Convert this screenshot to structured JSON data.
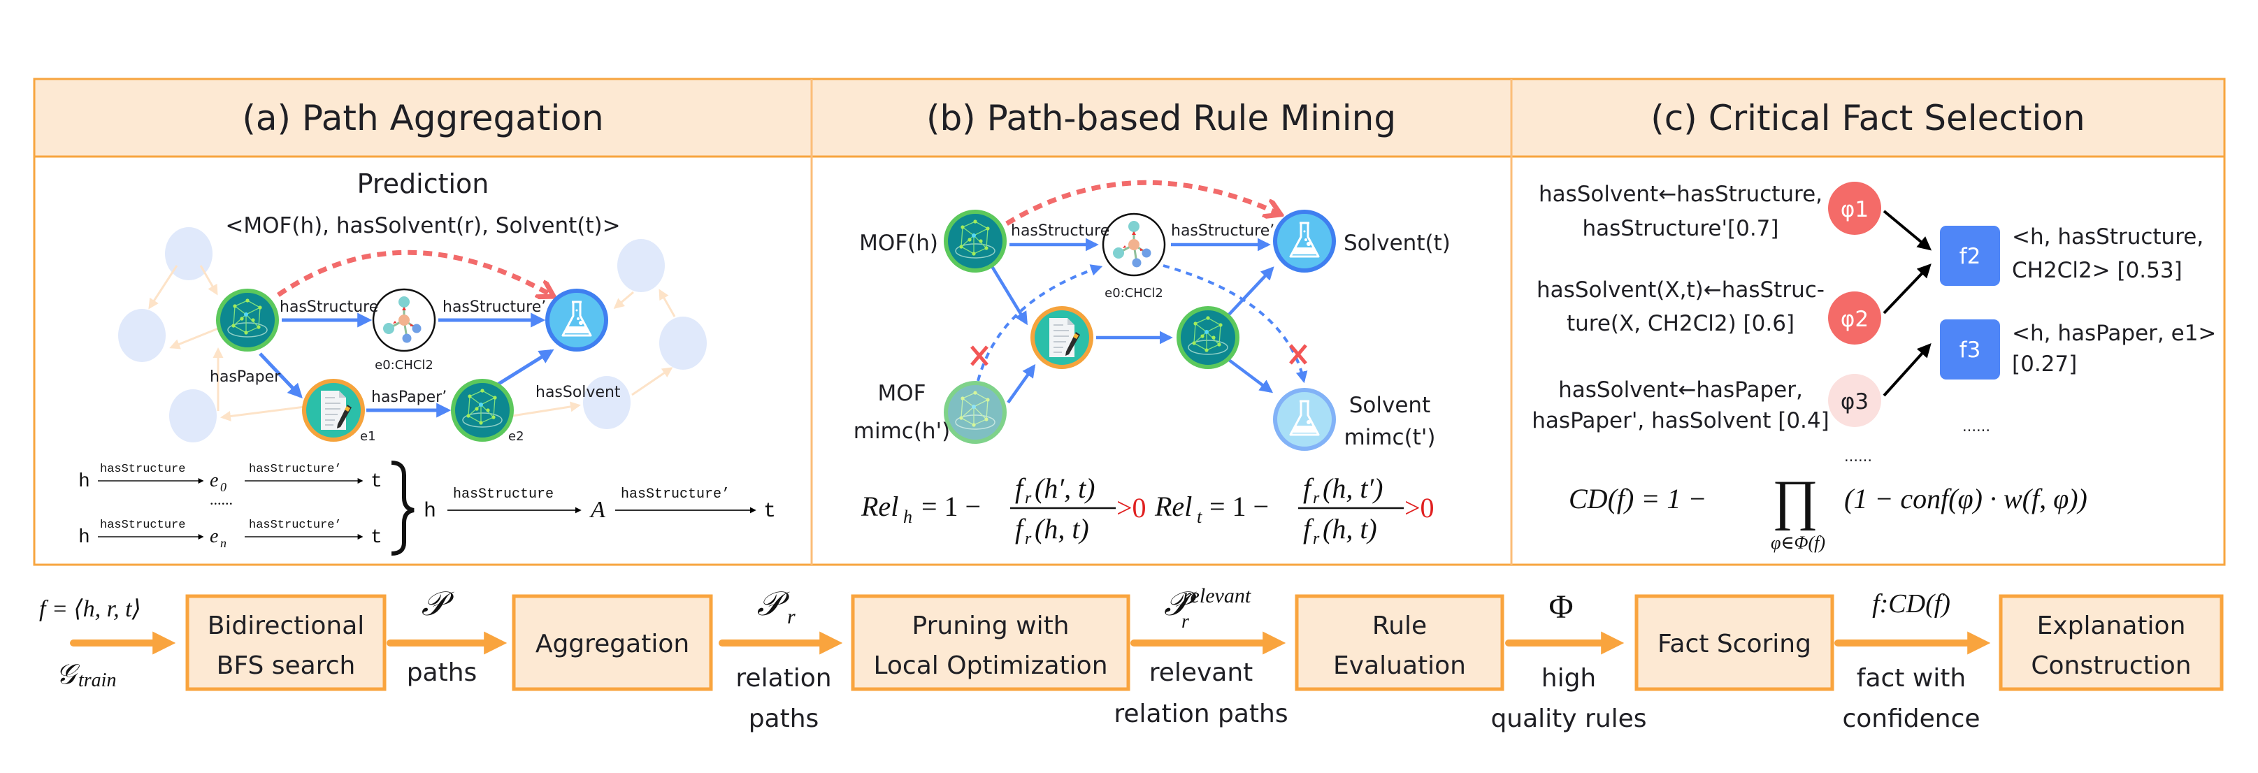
{
  "panels": {
    "a": {
      "title": "(a) Path Aggregation",
      "prediction_heading": "Prediction",
      "prediction_triple": "<MOF(h), hasSolvent(r), Solvent(t)>",
      "edges": {
        "has_structure": "hasStructure",
        "has_structure_inv": "hasStructure’",
        "has_paper": "hasPaper",
        "has_paper_inv": "hasPaper’",
        "has_solvent": "hasSolvent"
      },
      "nodes": {
        "e0": "e0:CHCl2",
        "e1": "e1",
        "e2": "e2"
      },
      "formula": {
        "h": "h",
        "t": "t",
        "rel1": "hasStructure",
        "rel2": "hasStructure’",
        "e0": "e",
        "e0_sub": "0",
        "en": "e",
        "en_sub": "n",
        "ellipsis": "......",
        "agg_var": "A"
      }
    },
    "b": {
      "title": "(b) Path-based Rule Mining",
      "labels": {
        "mof_h": "MOF(h)",
        "solvent_t": "Solvent(t)",
        "mof_mimic_1": "MOF",
        "mof_mimic_2": "mimc(h')",
        "solvent_mimic_1": "Solvent",
        "solvent_mimic_2": "mimc(t')"
      },
      "edges": {
        "has_structure": "hasStructure",
        "has_structure_inv": "hasStructure’"
      },
      "nodes": {
        "e0": "e0:CHCl2"
      },
      "formula": {
        "rel_h": "Rel",
        "rel_h_sub": "h",
        "rel_t": "Rel",
        "rel_t_sub": "t",
        "eq": "= 1 −",
        "num_h": "f",
        "num_h_sub": "r",
        "num_h_args": "(h′, t)",
        "den": "f",
        "den_sub": "r",
        "den_args": "(h, t)",
        "num_t": "f",
        "num_t_sub": "r",
        "num_t_args": "(h, t′)",
        "gt_zero": ">0"
      }
    },
    "c": {
      "title": "(c) Critical Fact Selection",
      "rules": [
        {
          "id": "φ1",
          "line1": "hasSolvent←hasStructure,",
          "line2": "hasStructure'[0.7]",
          "color": "#f46b68"
        },
        {
          "id": "φ2",
          "line1": "hasSolvent(X,t)←hasStruc-",
          "line2": "ture(X, CH2Cl2) [0.6]",
          "color": "#f46b68"
        },
        {
          "id": "φ3",
          "line1": "hasSolvent←hasPaper,",
          "line2": "hasPaper', hasSolvent [0.4]",
          "color": "#fbe0de"
        }
      ],
      "facts": [
        {
          "id": "f2",
          "line1": "<h, hasStructure,",
          "line2": "CH2Cl2> [0.53]"
        },
        {
          "id": "f3",
          "line1": "<h, hasPaper, e1>",
          "line2": "[0.27]"
        }
      ],
      "facts_ellipsis": "......",
      "rules_ellipsis": "......",
      "formula": {
        "lhs": "CD(f) = 1 −",
        "product": "∏",
        "subscript": "φ∈Φ(f)",
        "body": "(1 − conf(φ) · w(f, φ))"
      }
    }
  },
  "pipeline": {
    "input_fact": "f = ⟨h, r, t⟩",
    "input_graph": "𝒢",
    "input_graph_sub": "train",
    "steps": [
      {
        "label1": "Bidirectional",
        "label2": "BFS search"
      },
      {
        "label1": "Aggregation",
        "label2": ""
      },
      {
        "label1": "Pruning with",
        "label2": "Local Optimization"
      },
      {
        "label1": "Rule",
        "label2": "Evaluation"
      },
      {
        "label1": "Fact Scoring",
        "label2": ""
      },
      {
        "label1": "Explanation",
        "label2": "Construction"
      }
    ],
    "transitions": [
      {
        "symbol": "𝒫",
        "sub": "",
        "sup": "",
        "caption1": "paths",
        "caption2": ""
      },
      {
        "symbol": "𝒫",
        "sub": "r",
        "sup": "",
        "caption1": "relation",
        "caption2": "paths"
      },
      {
        "symbol": "𝒫",
        "sub": "r",
        "sup": "relevant",
        "caption1": "relevant",
        "caption2": "relation paths"
      },
      {
        "symbol": "Φ",
        "sub": "",
        "sup": "",
        "caption1": "high",
        "caption2": "quality rules"
      },
      {
        "symbol": "f:CD(f)",
        "sub": "",
        "sup": "",
        "caption1": "fact  with",
        "caption2": "confidence"
      }
    ]
  },
  "colors": {
    "panel_border": "#f7a53f",
    "panel_header_bg": "#fde9d3",
    "pipeline_arrow": "#f9a43e",
    "path_arrow": "#4f86f7",
    "prediction_arc": "#f26b6b",
    "mof_ring": "#5cc85c",
    "mof_fill": "#0d8890",
    "paper_ring": "#f5a33c",
    "paper_fill": "#2bbfa9",
    "solvent_ring": "#3f7ff0",
    "solvent_fill": "#5bc3f2",
    "faded_node": "#e0e9fb",
    "faded_arrow": "#fde3c8",
    "fact_box": "#4f86f7",
    "positive_marker": "#e02020"
  }
}
